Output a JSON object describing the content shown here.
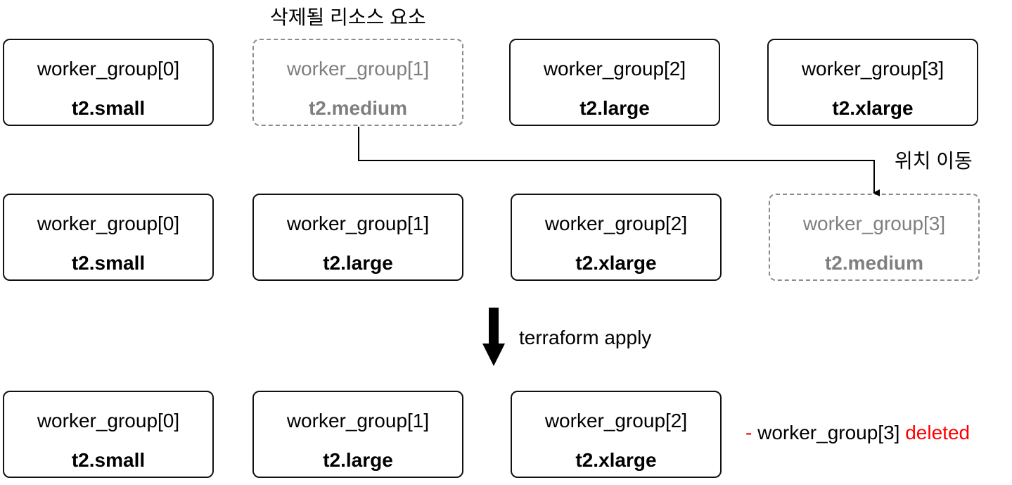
{
  "annotations": {
    "to_be_deleted": "삭제될 리소스 요소",
    "move_position": "위치 이동",
    "apply_command": "terraform apply"
  },
  "rows": [
    {
      "boxes": [
        {
          "name": "worker_group[0]",
          "type": "t2.small",
          "state": "normal"
        },
        {
          "name": "worker_group[1]",
          "type": "t2.medium",
          "state": "ghost"
        },
        {
          "name": "worker_group[2]",
          "type": "t2.large",
          "state": "normal"
        },
        {
          "name": "worker_group[3]",
          "type": "t2.xlarge",
          "state": "normal"
        }
      ]
    },
    {
      "boxes": [
        {
          "name": "worker_group[0]",
          "type": "t2.small",
          "state": "normal"
        },
        {
          "name": "worker_group[1]",
          "type": "t2.large",
          "state": "normal"
        },
        {
          "name": "worker_group[2]",
          "type": "t2.xlarge",
          "state": "normal"
        },
        {
          "name": "worker_group[3]",
          "type": "t2.medium",
          "state": "ghost"
        }
      ]
    },
    {
      "boxes": [
        {
          "name": "worker_group[0]",
          "type": "t2.small",
          "state": "normal"
        },
        {
          "name": "worker_group[1]",
          "type": "t2.large",
          "state": "normal"
        },
        {
          "name": "worker_group[2]",
          "type": "t2.xlarge",
          "state": "normal"
        }
      ]
    }
  ],
  "result_note": {
    "dash": "-",
    "item": "worker_group[3]",
    "status": "deleted"
  },
  "colors": {
    "border": "#111111",
    "ghost": "#7f7f7f",
    "deleted": "#ff0000"
  }
}
